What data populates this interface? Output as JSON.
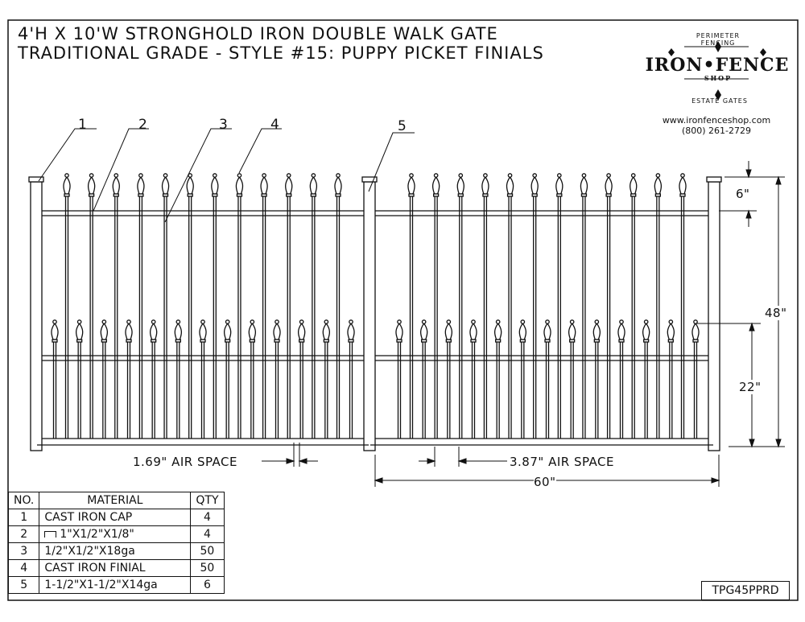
{
  "title": {
    "line1": "4'H X 10'W STRONGHOLD IRON DOUBLE WALK GATE",
    "line2": "TRADITIONAL GRADE - STYLE #15: PUPPY PICKET FINIALS"
  },
  "logo": {
    "brand_left": "IRON",
    "brand_right": "FENCE",
    "top_arc": "PERIMETER FENCING",
    "shop": "SHOP",
    "bottom_arc": "ESTATE GATES",
    "website": "www.ironfenceshop.com",
    "phone": "(800) 261-2729"
  },
  "callouts": [
    "1",
    "2",
    "3",
    "4",
    "5"
  ],
  "dimensions": {
    "top_spacing": "6\"",
    "height": "48\"",
    "lower_height": "22\"",
    "air_space_left": "1.69\" AIR SPACE",
    "air_space_right": "3.87\" AIR SPACE",
    "width": "60\""
  },
  "bom": {
    "headers": [
      "NO.",
      "MATERIAL",
      "QTY"
    ],
    "rows": [
      {
        "no": "1",
        "material": "CAST IRON CAP",
        "qty": "4"
      },
      {
        "no": "2",
        "material": "1\"X1/2\"X1/8\"",
        "qty": "4"
      },
      {
        "no": "3",
        "material": "1/2\"X1/2\"X18ga",
        "qty": "50"
      },
      {
        "no": "4",
        "material": "CAST IRON FINIAL",
        "qty": "50"
      },
      {
        "no": "5",
        "material": "1-1/2\"X1-1/2\"X14ga",
        "qty": "6"
      }
    ]
  },
  "drawing_code": "TPG45PPRD",
  "colors": {
    "line": "#111111",
    "paper": "#ffffff"
  }
}
